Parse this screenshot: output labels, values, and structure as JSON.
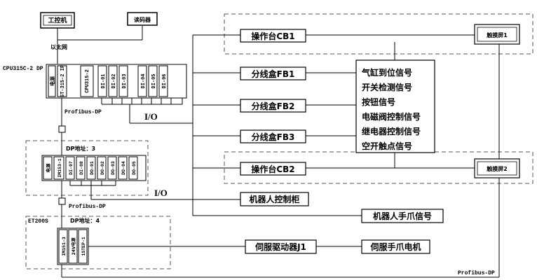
{
  "diagram": {
    "devices": {
      "ipc": "工控机",
      "reader": "读码器",
      "ethernet": "以太网"
    },
    "cpu": {
      "name": "CPU315C-2 DP",
      "modules": [
        "电源",
        "ST-315-2 IP",
        "CPU315-2",
        "DI-01",
        "DI-02",
        "DI-03",
        "DI-04",
        "DI-05",
        "DI-06"
      ]
    },
    "remote1": {
      "addr": "DP地址：3",
      "modules": [
        "电源",
        "IM153-1",
        "DI-07",
        "DI-08",
        "DO-01",
        "DO-02",
        "DO-03",
        "DO-04",
        "DO-05"
      ]
    },
    "et200s": {
      "name": "ET200S",
      "addr": "DP地址：4",
      "modules": [
        "IM151-3",
        "24V电源",
        "1STEP-1"
      ]
    },
    "bus": {
      "profibus1": "Profibus-DP",
      "profibus2": "Profibus-DP",
      "profibus3": "Profibus-DP",
      "io1": "I/O",
      "io2": "I/O"
    },
    "boxes": {
      "cb1": "操作台CB1",
      "cb2": "操作台CB2",
      "fb1": "分线盒FB1",
      "fb2": "分线盒FB2",
      "fb3": "分线盒FB3",
      "touch1": "触摸屏1",
      "touch2": "触摸屏2",
      "robot_cabinet": "机器人控制柜",
      "robot_gripper": "机器人手爪信号",
      "servo_driver": "伺服驱动器J1",
      "servo_motor": "伺服手爪电机"
    },
    "signals": [
      "气缸到位信号",
      "开关检测信号",
      "按钮信号",
      "电磁阀控制信号",
      "继电器控制信号",
      "空开触点信号"
    ]
  }
}
